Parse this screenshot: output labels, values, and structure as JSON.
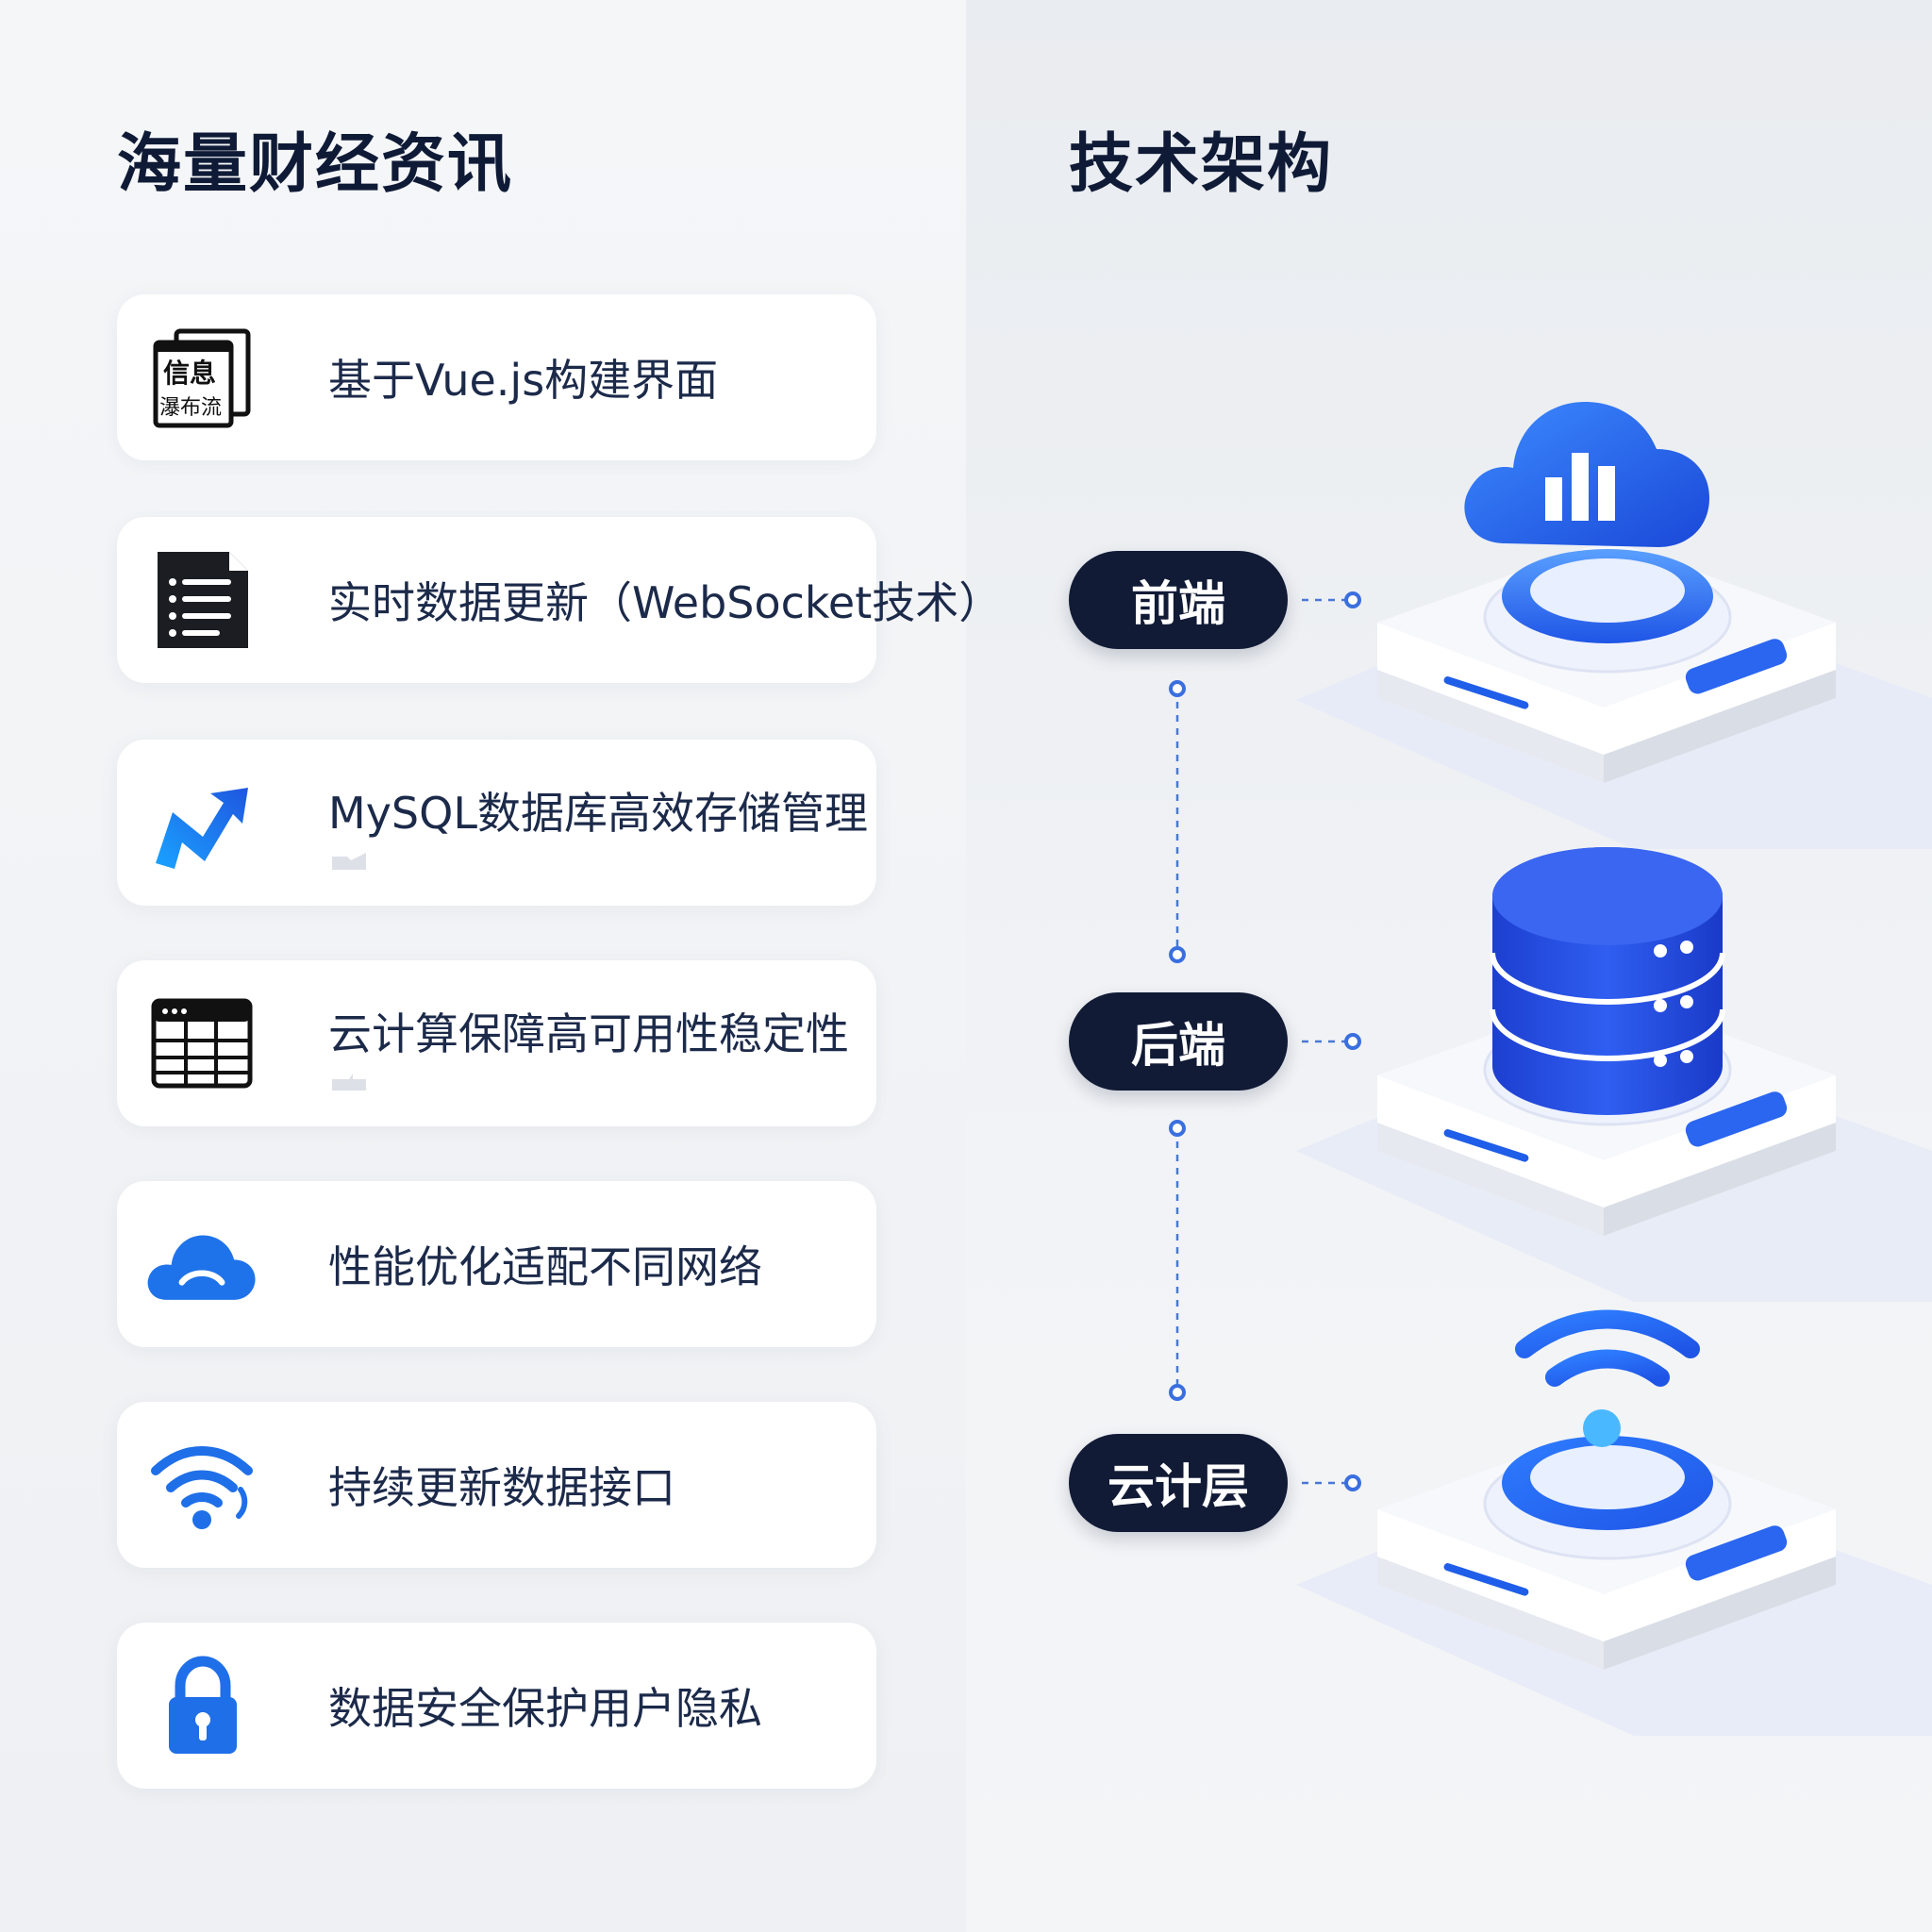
{
  "left": {
    "title": "海量财经资讯",
    "features": [
      {
        "label": "基于Vue.js构建界面",
        "icon": "info-waterfall-icon",
        "icon_text_1": "信息",
        "icon_text_2": "瀑布流"
      },
      {
        "label": "实时数据更新（WebSocket技术）",
        "icon": "document-list-icon"
      },
      {
        "label": "MySQL数据库高效存储管理",
        "icon": "arrow-logo-icon"
      },
      {
        "label": "云计算保障高可用性稳定性",
        "icon": "table-grid-icon"
      },
      {
        "label": "性能优化适配不同网络",
        "icon": "cloud-icon"
      },
      {
        "label": "持续更新数据接口",
        "icon": "wifi-icon"
      },
      {
        "label": "数据安全保护用户隐私",
        "icon": "lock-icon"
      }
    ]
  },
  "right": {
    "title": "技术架构",
    "layers": [
      {
        "label": "前端",
        "art": "cloud-chart-platform"
      },
      {
        "label": "后端",
        "art": "database-server-platform"
      },
      {
        "label": "云计层",
        "art": "wifi-ring-platform"
      }
    ]
  },
  "colors": {
    "title": "#0f1b36",
    "text": "#1c2a4a",
    "pill": "#111b36",
    "accent_blue": "#1f6fe8",
    "deep_blue": "#2a52d6"
  }
}
